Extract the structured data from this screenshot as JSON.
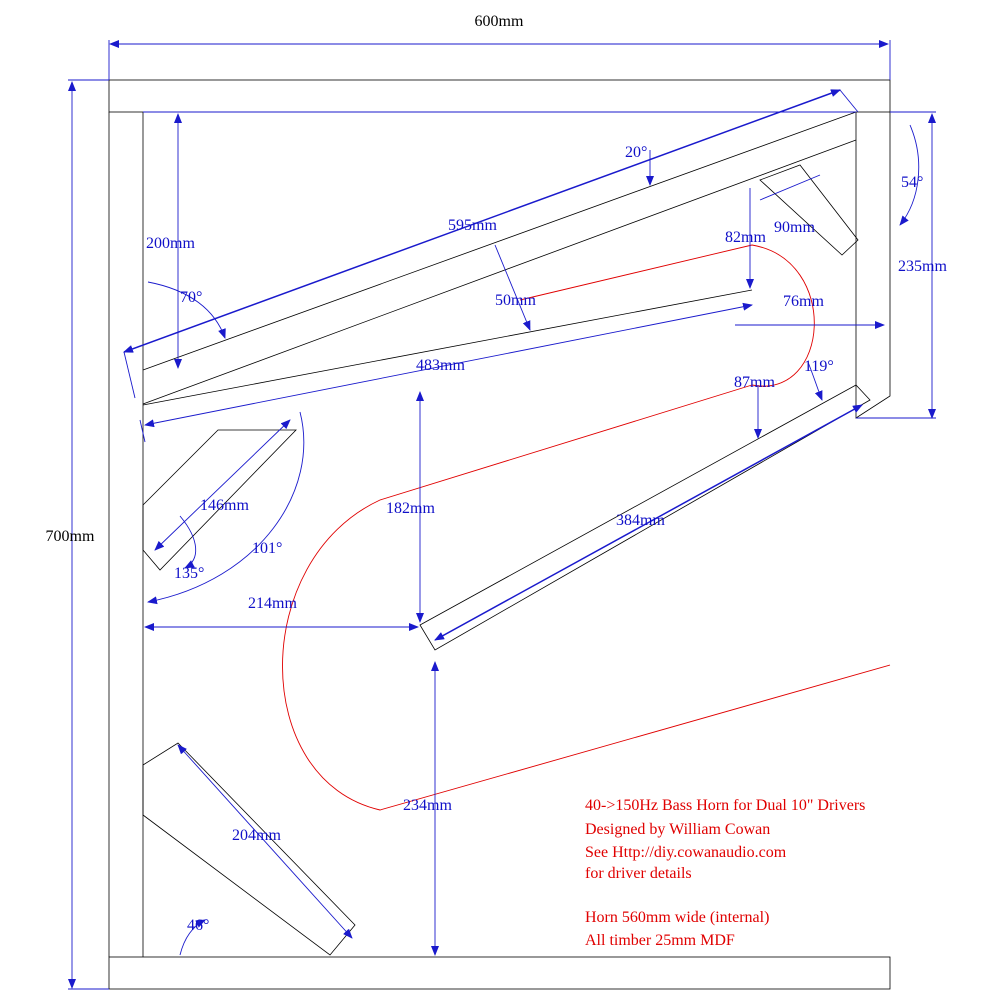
{
  "dimensions": {
    "overall_width": "600mm",
    "overall_height": "700mm",
    "d_200": "200mm",
    "a_70": "70°",
    "d_595": "595mm",
    "a_20": "20°",
    "d_50": "50mm",
    "d_82": "82mm",
    "d_90": "90mm",
    "a_54": "54°",
    "d_235": "235mm",
    "d_76": "76mm",
    "d_483": "483mm",
    "d_87": "87mm",
    "a_119": "119°",
    "d_182": "182mm",
    "d_384": "384mm",
    "d_146": "146mm",
    "a_135": "135°",
    "a_101": "101°",
    "d_214": "214mm",
    "d_234": "234mm",
    "d_204": "204mm",
    "a_46": "46°"
  },
  "notes": {
    "line1": "40->150Hz Bass Horn for Dual 10\" Drivers",
    "line2": "Designed by William Cowan",
    "line3": "See Http://diy.cowanaudio.com",
    "line4": "for driver details",
    "line5": "Horn 560mm wide (internal)",
    "line6": "All timber 25mm MDF"
  }
}
